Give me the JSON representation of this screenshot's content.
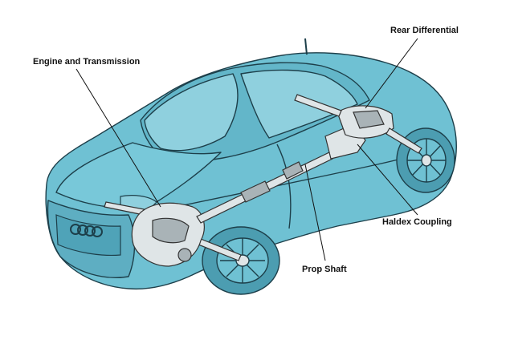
{
  "diagram": {
    "labels": {
      "engine_transmission": "Engine and Transmission",
      "rear_differential": "Rear Differential",
      "haldex_coupling": "Haldex Coupling",
      "prop_shaft": "Prop Shaft"
    },
    "colors": {
      "body": "#6fc1d3",
      "body_dark": "#4fa3b8",
      "outline": "#1d3f4a",
      "glass": "#8fd0de",
      "tire": "#4c9db1",
      "metal": "#dfe5e7",
      "metal_shade": "#a9b3b7",
      "leader": "#111111"
    }
  }
}
